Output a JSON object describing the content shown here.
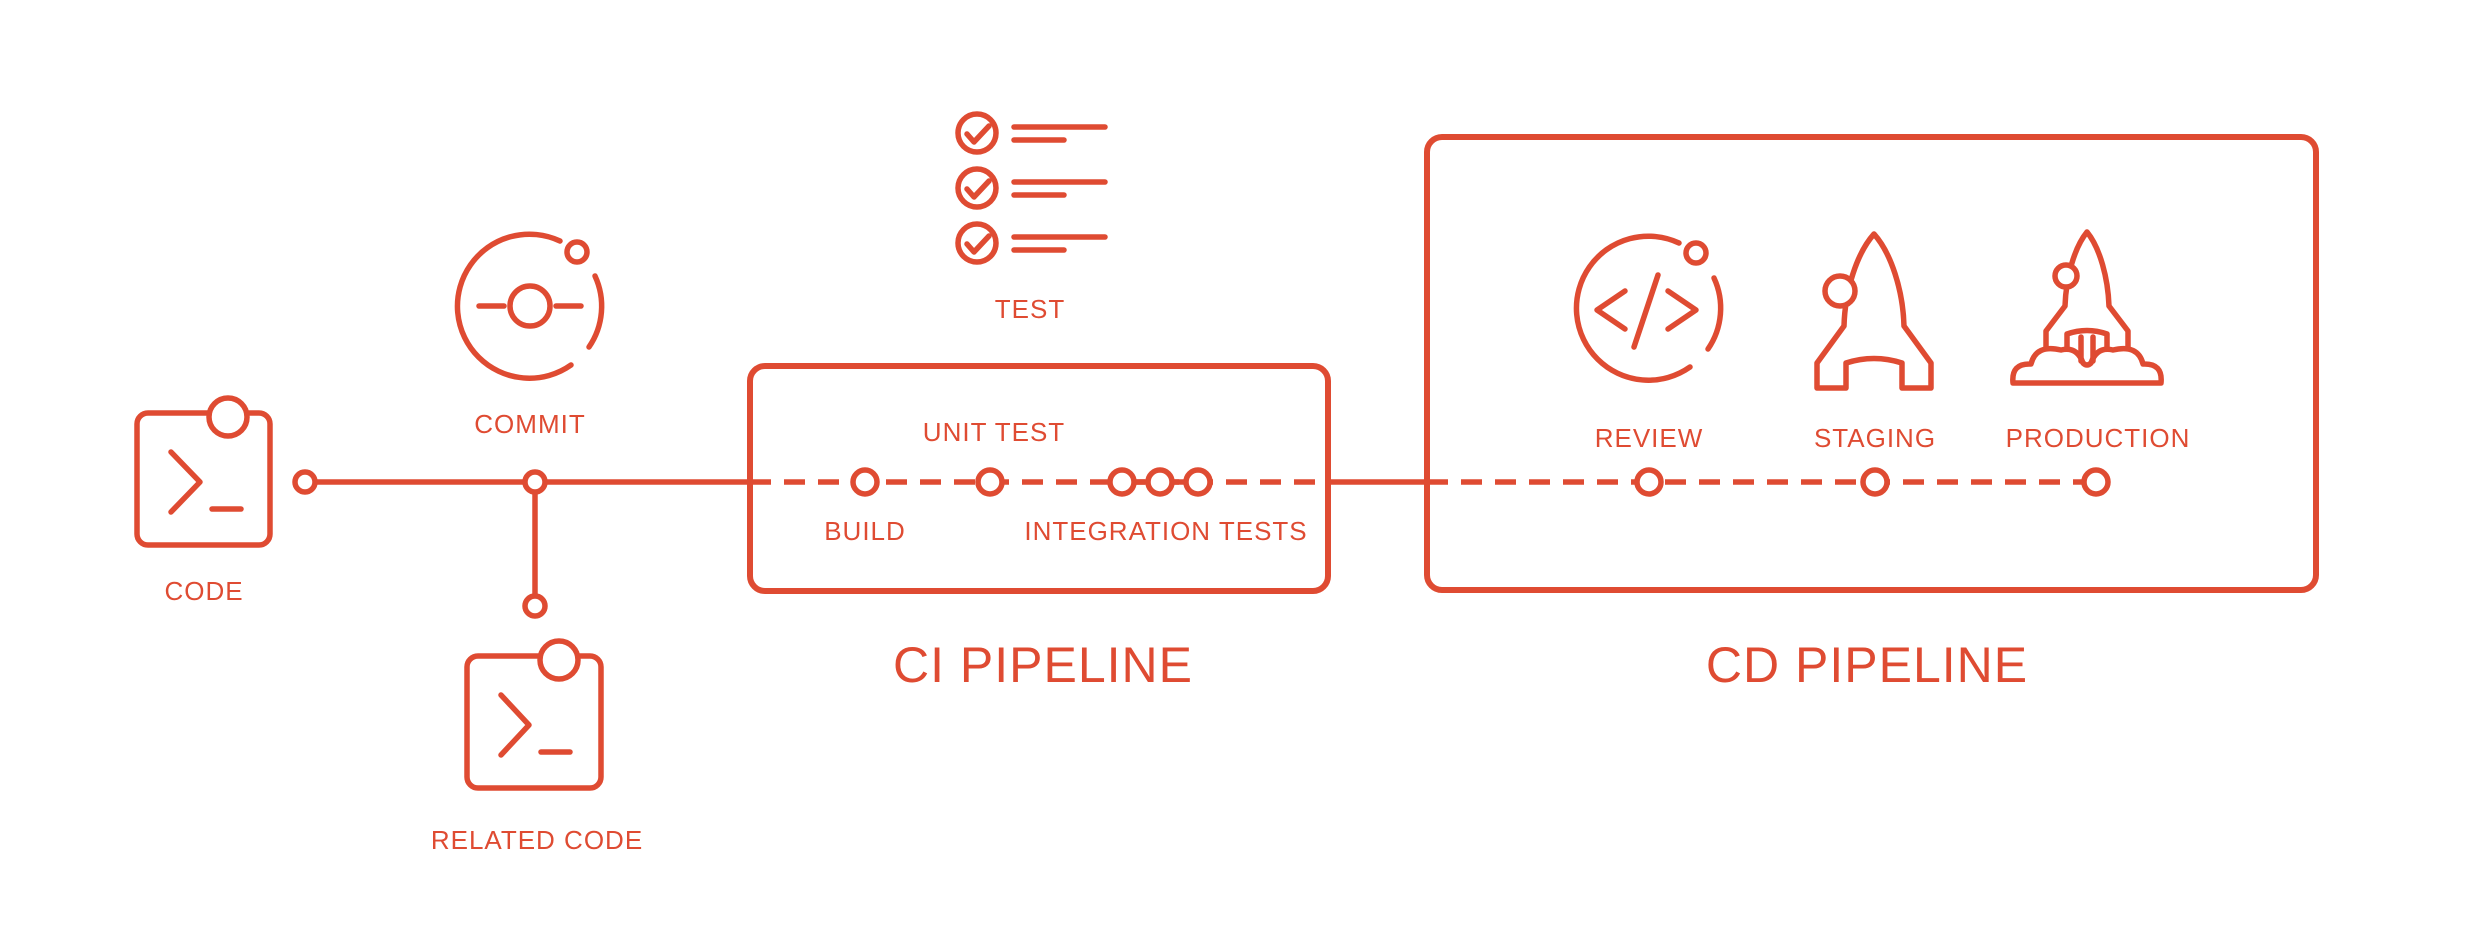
{
  "colors": {
    "accent": "#df4b32",
    "background": "#ffffff"
  },
  "source_stage": {
    "code_label": "CODE",
    "commit_label": "COMMIT",
    "related_code_label": "RELATED CODE",
    "test_label": "TEST"
  },
  "ci_pipeline": {
    "title": "CI PIPELINE",
    "steps": {
      "build": "BUILD",
      "unit_test": "UNIT TEST",
      "integration_tests": "INTEGRATION TESTS"
    }
  },
  "cd_pipeline": {
    "title": "CD PIPELINE",
    "steps": {
      "review": "REVIEW",
      "staging": "STAGING",
      "production": "PRODUCTION"
    }
  }
}
